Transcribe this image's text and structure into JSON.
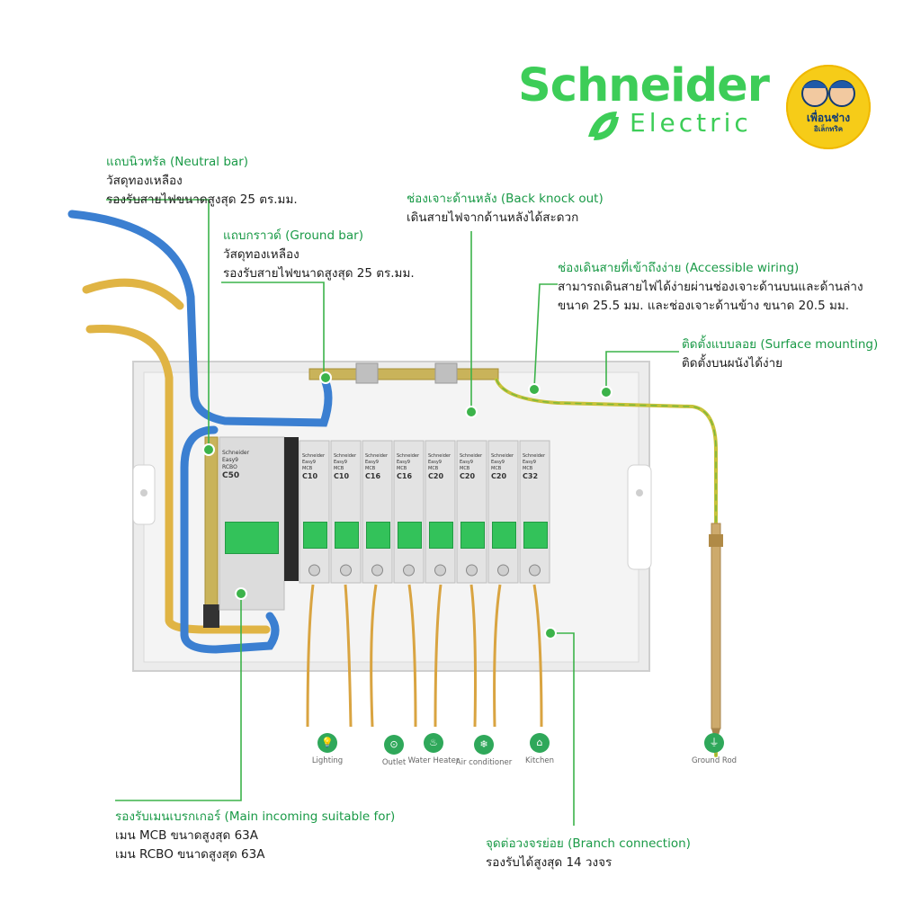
{
  "brand": {
    "name": "Schneider",
    "sub": "Electric",
    "badge_line1": "เพื่อนช่าง",
    "badge_line2": "อิเล็กทริค",
    "color": "#3dcd58"
  },
  "callouts": {
    "neutral": {
      "title": "แถบนิวทรัล (Neutral bar)",
      "line1": "วัสดุทองเหลือง",
      "line2": "รองรับสายไฟขนาดสูงสุด 25 ตร.มม."
    },
    "ground": {
      "title": "แถบกราวด์ (Ground bar)",
      "line1": "วัสดุทองเหลือง",
      "line2": "รองรับสายไฟขนาดสูงสุด 25 ตร.มม."
    },
    "back_knock": {
      "title": "ช่องเจาะด้านหลัง (Back knock out)",
      "line1": "เดินสายไฟจากด้านหลังได้สะดวก"
    },
    "accessible": {
      "title": "ช่องเดินสายที่เข้าถึงง่าย (Accessible wiring)",
      "line1": "สามารถเดินสายไฟได้ง่ายผ่านช่องเจาะด้านบนและด้านล่าง",
      "line2": "ขนาด 25.5 มม. และช่องเจาะด้านข้าง ขนาด 20.5 มม."
    },
    "surface": {
      "title": "ติดตั้งแบบลอย (Surface mounting)",
      "line1": "ติดตั้งบนผนังได้ง่าย"
    },
    "main_incoming": {
      "title": "รองรับเมนเบรกเกอร์ (Main incoming suitable for)",
      "line1": "เมน MCB ขนาดสูงสุด 63A",
      "line2": "เมน RCBO ขนาดสูงสุด 63A"
    },
    "branch": {
      "title": "จุดต่อวงจรย่อย (Branch connection)",
      "line1": "รองรับได้สูงสุด 14 วงจร"
    }
  },
  "main_breaker": {
    "brand": "Schneider",
    "line": "Easy9",
    "type": "RCBO",
    "rating": "C50"
  },
  "breakers": [
    {
      "brand": "Schneider",
      "line": "Easy9",
      "type": "MCB",
      "rating": "C10"
    },
    {
      "brand": "Schneider",
      "line": "Easy9",
      "type": "MCB",
      "rating": "C10"
    },
    {
      "brand": "Schneider",
      "line": "Easy9",
      "type": "MCB",
      "rating": "C16"
    },
    {
      "brand": "Schneider",
      "line": "Easy9",
      "type": "MCB",
      "rating": "C16"
    },
    {
      "brand": "Schneider",
      "line": "Easy9",
      "type": "MCB",
      "rating": "C20"
    },
    {
      "brand": "Schneider",
      "line": "Easy9",
      "type": "MCB",
      "rating": "C20"
    },
    {
      "brand": "Schneider",
      "line": "Easy9",
      "type": "MCB",
      "rating": "C20"
    },
    {
      "brand": "Schneider",
      "line": "Easy9",
      "type": "MCB",
      "rating": "C32"
    }
  ],
  "loads": [
    {
      "label": "Lighting",
      "icon": "lightbulb-icon",
      "glyph": "💡"
    },
    {
      "label": "Outlet",
      "icon": "outlet-icon",
      "glyph": "⊙"
    },
    {
      "label": "Water Heater",
      "icon": "water-heater-icon",
      "glyph": "♨"
    },
    {
      "label": "Air conditioner",
      "icon": "air-conditioner-icon",
      "glyph": "❄"
    },
    {
      "label": "Kitchen",
      "icon": "kitchen-icon",
      "glyph": "⌂"
    },
    {
      "label": "Ground Rod",
      "icon": "ground-icon",
      "glyph": "⏚"
    }
  ],
  "colors": {
    "accent_green": "#1a9a47",
    "neutral_wire": "#3b7fd1",
    "live_wire": "#e0b444",
    "ground_wire": "#c8c23a",
    "enclosure": "#e9e9e9",
    "handle": "#33c25a"
  }
}
